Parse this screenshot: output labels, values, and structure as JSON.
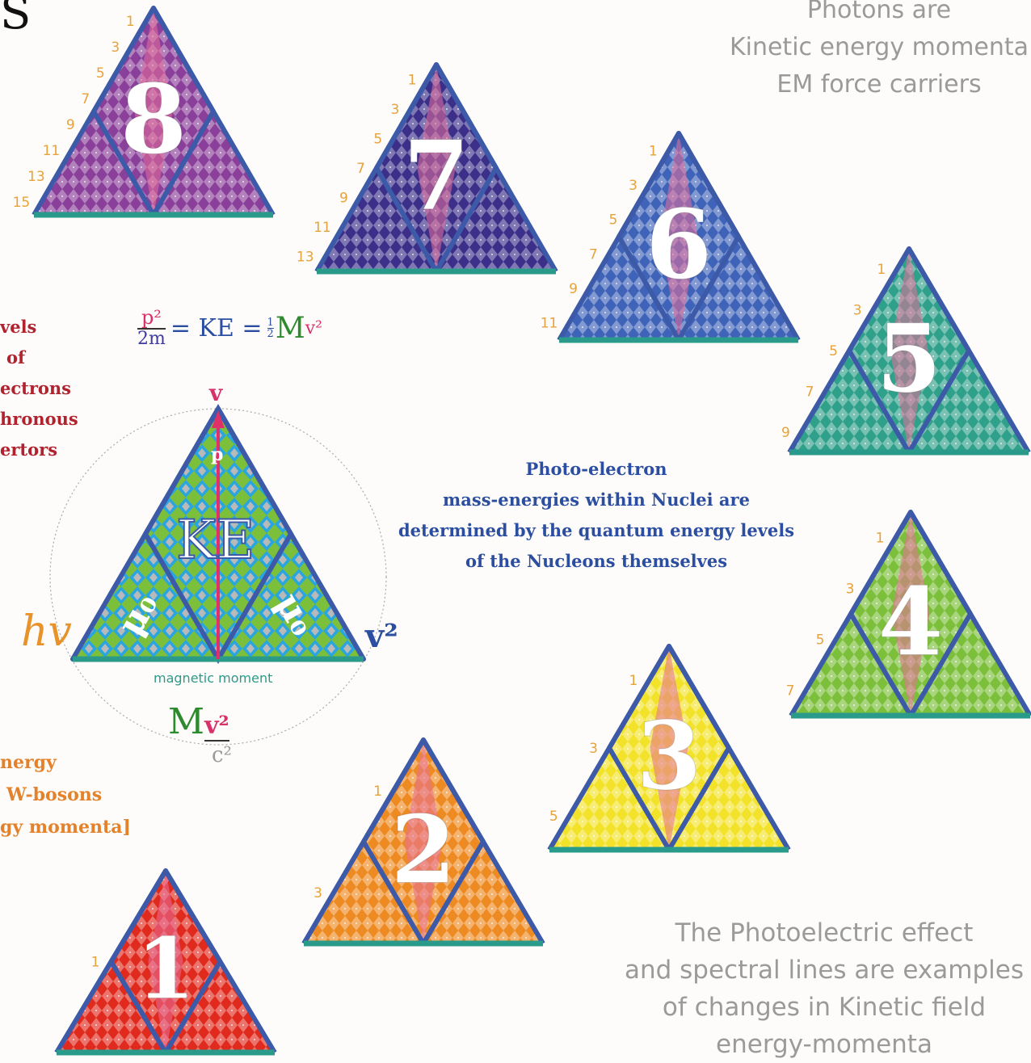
{
  "header": {
    "corner_letter": "S"
  },
  "texts": {
    "photons_line1": "Photons are",
    "photons_line2": "Kinetic energy momenta",
    "photons_line3": "EM force carriers",
    "left_red": [
      "vels",
      "of",
      "ectrons",
      "hronous",
      "ertors"
    ],
    "left_orange": [
      "nergy",
      "W-bosons",
      "gy momenta]"
    ],
    "photo_electron": [
      "Photo-electron",
      "mass-energies within Nuclei are",
      "determined by the quantum energy levels",
      "of the Nucleons themselves"
    ],
    "photoelectric": [
      "The Photoelectric effect",
      "and spectral lines are examples",
      "of changes in Kinetic field",
      "energy-momenta"
    ]
  },
  "formula": {
    "num": "p²",
    "den": "2m",
    "eq1": "= KE =",
    "frac_num": "1",
    "frac_den": "2",
    "mass": "M",
    "vel": "v²"
  },
  "center_diagram": {
    "top_label": "v",
    "p_label": "p",
    "ke_label": "KE",
    "mu_label": "μ₀",
    "left_label": "hv",
    "right_label": "v²",
    "moment_label": "magnetic moment",
    "mv_m": "M",
    "mv_v": "v²",
    "c2": "c²"
  },
  "colors": {
    "frame_blue": "#3d5aa8",
    "frame_teal": "#2a9b8a",
    "label_orange": "#e8a23a",
    "pink": "#e8709a",
    "number_white": "#ffffff"
  },
  "triangles": [
    {
      "number": "8",
      "levels": [
        "1",
        "3",
        "5",
        "7",
        "9",
        "11",
        "13",
        "15"
      ],
      "fill": "#8a3f9a",
      "diamond": "#c98ad0"
    },
    {
      "number": "7",
      "levels": [
        "1",
        "3",
        "5",
        "7",
        "9",
        "11",
        "13"
      ],
      "fill": "#3b2f8a",
      "diamond": "#8a7ad6"
    },
    {
      "number": "6",
      "levels": [
        "1",
        "3",
        "5",
        "7",
        "9",
        "11"
      ],
      "fill": "#3f63b8",
      "diamond": "#9fb4e8"
    },
    {
      "number": "5",
      "levels": [
        "1",
        "3",
        "5",
        "7",
        "9"
      ],
      "fill": "#2fa08a",
      "diamond": "#b6e0cc"
    },
    {
      "number": "4",
      "levels": [
        "1",
        "3",
        "5",
        "7"
      ],
      "fill": "#7cbf3a",
      "diamond": "#c6e69a"
    },
    {
      "number": "3",
      "levels": [
        "1",
        "3",
        "5"
      ],
      "fill": "#f2e22a",
      "diamond": "#fbf29a"
    },
    {
      "number": "2",
      "levels": [
        "1",
        "3"
      ],
      "fill": "#ee8a22",
      "diamond": "#f8c080"
    },
    {
      "number": "1",
      "levels": [
        "1"
      ],
      "fill": "#e02a1e",
      "diamond": "#f09070"
    }
  ]
}
